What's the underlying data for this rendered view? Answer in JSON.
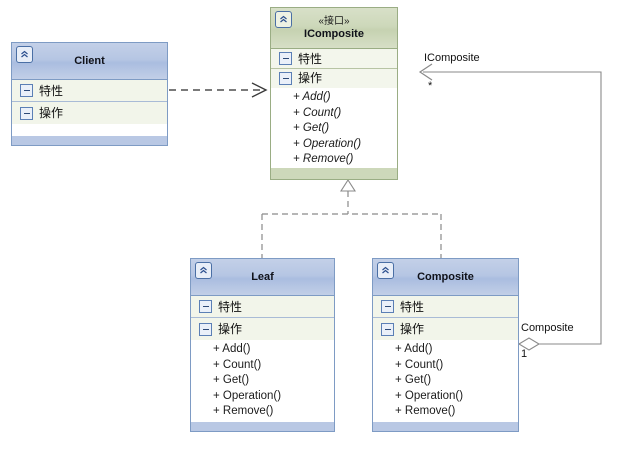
{
  "diagram": {
    "title": "Composite pattern UML class diagram",
    "colors": {
      "class_header": "#b6c6e3",
      "class_border": "#7e9bc4",
      "interface_header": "#cdd8ba",
      "interface_border": "#9aad84",
      "compartment_bg": "#f2f5ea",
      "edge": "#808080",
      "canvas": "#ffffff"
    }
  },
  "classes": {
    "client": {
      "name": "Client",
      "stereotype": "",
      "badge_icon": "collapse-chevrons-icon",
      "attributes_label": "特性",
      "operations_label": "操作",
      "members": []
    },
    "icomposite": {
      "name": "IComposite",
      "stereotype": "«接口»",
      "badge_icon": "collapse-chevrons-icon",
      "attributes_label": "特性",
      "operations_label": "操作",
      "members": [
        "+ Add()",
        "+ Count()",
        "+ Get()",
        "+ Operation()",
        "+ Remove()"
      ]
    },
    "leaf": {
      "name": "Leaf",
      "stereotype": "",
      "badge_icon": "collapse-chevrons-icon",
      "attributes_label": "特性",
      "operations_label": "操作",
      "members": [
        "+ Add()",
        "+ Count()",
        "+ Get()",
        "+ Operation()",
        "+ Remove()"
      ]
    },
    "composite": {
      "name": "Composite",
      "stereotype": "",
      "badge_icon": "collapse-chevrons-icon",
      "attributes_label": "特性",
      "operations_label": "操作",
      "members": [
        "+ Add()",
        "+ Count()",
        "+ Get()",
        "+ Operation()",
        "+ Remove()"
      ]
    }
  },
  "relationships": {
    "dependency": {
      "from": "Client",
      "to": "IComposite",
      "style": "dashed-open-arrow",
      "label": ""
    },
    "realization_leaf": {
      "from": "Leaf",
      "to": "IComposite",
      "style": "dashed-hollow-triangle"
    },
    "realization_composite": {
      "from": "Composite",
      "to": "IComposite",
      "style": "dashed-hollow-triangle"
    },
    "aggregation": {
      "from": "Composite",
      "to": "IComposite",
      "style": "hollow-diamond",
      "target_role": "IComposite",
      "target_multiplicity": "*",
      "source_role": "Composite",
      "source_multiplicity": "1"
    }
  }
}
